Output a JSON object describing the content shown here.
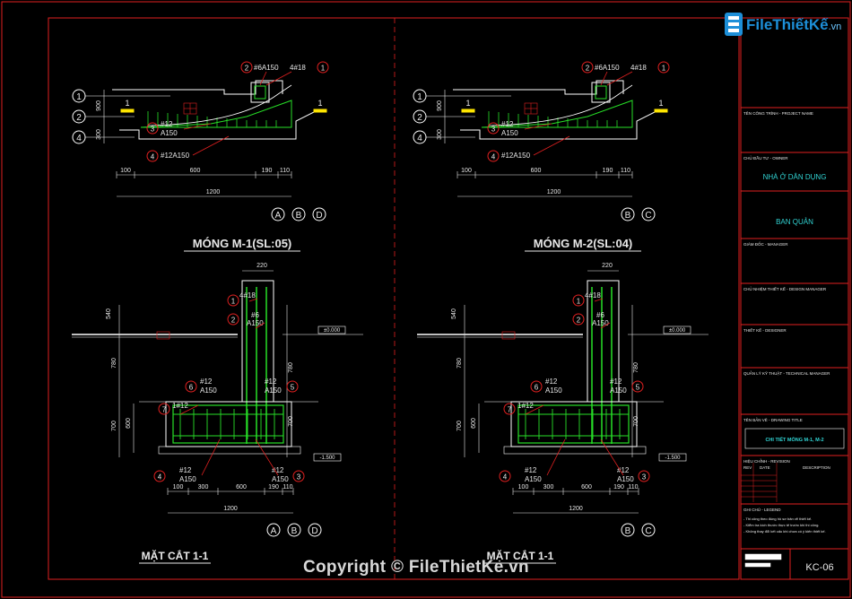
{
  "logo": {
    "brand": "FileThiếtKế",
    "suffix": ".vn"
  },
  "watermark": "Copyright © FileThietKe.vn",
  "views": {
    "left_plan": {
      "title": "MÓNG M-1(SL:05)",
      "axes": [
        "A",
        "B",
        "D"
      ],
      "dims_bottom": [
        "100",
        "600",
        "190",
        "110"
      ],
      "dim_total": "1200",
      "dims_side": [
        "900",
        "300"
      ],
      "rebar": {
        "top1": "#6A150",
        "top2": "4#18",
        "mid1": "#12",
        "mid2": "A150",
        "bot": "#12A150"
      }
    },
    "right_plan": {
      "title": "MÓNG M-2(SL:04)",
      "axes": [
        "B",
        "C"
      ],
      "dims_bottom": [
        "100",
        "600",
        "190",
        "110"
      ],
      "dim_total": "1200",
      "dims_side": [
        "900",
        "300"
      ],
      "rebar": {
        "top1": "#6A150",
        "top2": "4#18",
        "mid1": "#12",
        "mid2": "A150",
        "bot": "#12A150"
      }
    },
    "left_section": {
      "title": "MẶT CẮT 1-1",
      "axes": [
        "A",
        "B",
        "D"
      ],
      "dims_bottom": [
        "100",
        "300",
        "600",
        "190",
        "110"
      ],
      "dim_total": "1200",
      "dim_top": "220",
      "level_top": "±0.000",
      "level_bot": "-1.500",
      "rebar": {
        "r1": "4#18",
        "r2a": "#6",
        "r2b": "A150",
        "r5a": "#12",
        "r5b": "A150",
        "r6a": "#12",
        "r6b": "A150",
        "r7": "1#12",
        "r4a": "#12",
        "r4b": "A150",
        "r3a": "#12",
        "r3b": "A150"
      }
    },
    "right_section": {
      "title": "MẶT CẮT 1-1",
      "axes": [
        "B",
        "C"
      ],
      "dims_bottom": [
        "100",
        "300",
        "600",
        "190",
        "110"
      ],
      "dim_total": "1200",
      "dim_top": "220",
      "level_top": "±0.000",
      "level_bot": "-1.500",
      "rebar": {
        "r1": "4#18",
        "r2a": "#6",
        "r2b": "A150",
        "r5a": "#12",
        "r5b": "A150",
        "r6a": "#12",
        "r6b": "A150",
        "r7": "1#12",
        "r4a": "#12",
        "r4b": "A150",
        "r3a": "#12",
        "r3b": "A150"
      }
    }
  },
  "title_block": {
    "project_label": "TÊN CÔNG TRÌNH - PROJECT NAME",
    "project": "NHÀ Ở DÂN DỤNG",
    "owner_label": "CHỦ ĐẦU TƯ - OWNER",
    "owner": "BAN QUẢN",
    "manager_label": "GIÁM ĐỐC - MANAGER",
    "design_mgr_label": "CHỦ NHIỆM THIẾT KẾ - DESIGN MANAGER",
    "designer_label": "THIẾT KẾ - DESIGNER",
    "tech_label": "QUẢN LÝ KỸ THUẬT - TECHNICAL MANAGER",
    "drawing_title_label": "TÊN BẢN VẼ - DRAWING TITLE",
    "drawing_title": "CHI TIẾT MÓNG M-1, M-2",
    "revision_label": "HIỆU CHỈNH - REVISION",
    "rev_cols": [
      "REV",
      "DATE",
      "DESCRIPTION"
    ],
    "note_label": "GHI CHÚ - LEGEND",
    "notes": [
      "- Thi công theo đúng hồ sơ bản vẽ thiết kế.",
      "- Kiểm tra kích thước thực tế trước khi thi công.",
      "- Không thay đổi kết cấu khi chưa có ý kiến thiết kế."
    ],
    "sheet_no": "KC-06"
  },
  "colors": {
    "frame": "#e02020",
    "text": "#e8e8e8",
    "leader": "#e02020",
    "rebar": "#27e027",
    "hatch": "#27c027",
    "yellow": "#ffe600",
    "cyan": "#31d4d4",
    "white": "#ffffff",
    "dim": "#e8e8e8"
  }
}
